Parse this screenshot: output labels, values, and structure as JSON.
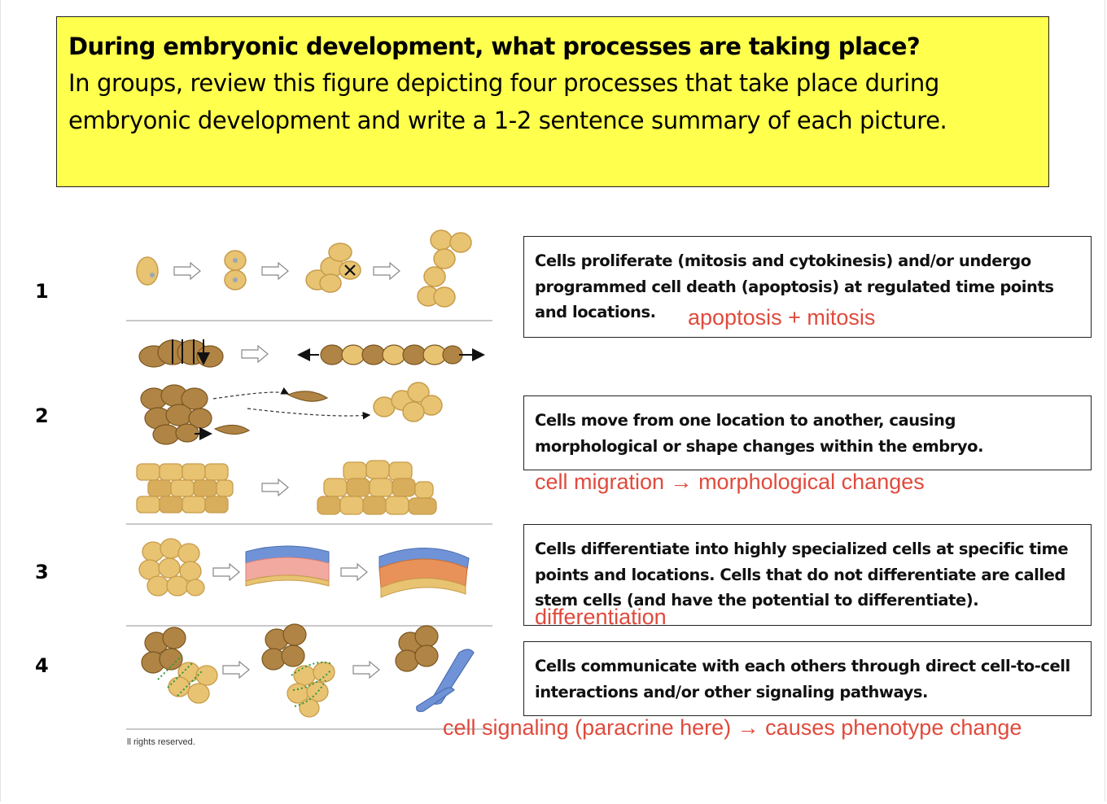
{
  "header": {
    "title": "During embryonic development, what processes are taking place?",
    "body": "In groups, review this figure depicting four processes that take place during embryonic development and write a 1-2 sentence summary of each picture."
  },
  "rows": [
    {
      "number": "1",
      "description": "Cells proliferate (mitosis and cytokinesis) and/or undergo programmed cell death (apoptosis) at regulated time points and locations.",
      "note": "apoptosis + mitosis"
    },
    {
      "number": "2",
      "description": "Cells move from one location to another, causing morphological or shape changes within the embryo.",
      "note": "cell migration → morphological changes"
    },
    {
      "number": "3",
      "description": "Cells differentiate into highly specialized cells at specific time points and locations.  Cells that do not differentiate are called stem cells (and have the potential to differentiate).",
      "note": "differentiation"
    },
    {
      "number": "4",
      "description": "Cells communicate with each others through direct cell-to-cell interactions and/or other signaling pathways.",
      "note": "cell signaling (paracrine here) → causes phenotype change"
    }
  ],
  "figure": {
    "copyright": "ll rights reserved."
  },
  "colors": {
    "header_bg": "#ffff4d",
    "note": "#e04a3c",
    "cell_yellow": "#e8c372",
    "cell_brown": "#a87a3a",
    "cell_blue": "#6f93d6",
    "cell_orange": "#e8925a"
  }
}
